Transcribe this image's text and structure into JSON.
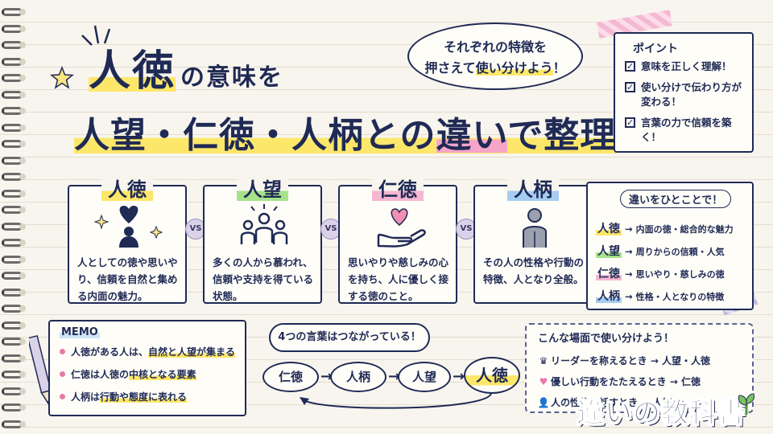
{
  "headline": {
    "w1": "人徳",
    "w1_rest": "の意味を",
    "l2_a": "人望・仁徳・人柄との",
    "l2_b": "違い",
    "l2_c": "で整理"
  },
  "bubble_top": {
    "line1": "それぞれの特徴を",
    "line2_a": "押さえて",
    "line2_b": "使い分けよう",
    "line2_c": "！"
  },
  "point": {
    "title": "ポイント",
    "items": [
      "意味を正しく理解！",
      "使い分けで伝わり方が変わる！",
      "言葉の力で信頼を築く！"
    ],
    "check": "✓"
  },
  "cards": [
    {
      "title": "人徳",
      "desc": "人としての徳や思いやり、信頼を自然と集める内面の魅力。"
    },
    {
      "title": "人望",
      "desc": "多くの人から慕われ、信頼や支持を得ている状態。"
    },
    {
      "title": "仁徳",
      "desc": "思いやりや慈しみの心を持ち、人に優しく接する徳のこと。"
    },
    {
      "title": "人柄",
      "desc": "その人の性格や行動の特徴、人となり全般。"
    }
  ],
  "vs_label": "VS",
  "diff": {
    "title": "違いをひとことで！",
    "rows": [
      {
        "key": "人徳",
        "value": "内面の徳・総合的な魅力"
      },
      {
        "key": "人望",
        "value": "周りからの信頼・人気"
      },
      {
        "key": "仁徳",
        "value": "思いやり・慈しみの徳"
      },
      {
        "key": "人柄",
        "value": "性格・人となりの特徴"
      }
    ],
    "arrow": "→"
  },
  "memo": {
    "title": "MEMO",
    "items": [
      {
        "a": "人徳がある人は、",
        "b": "自然と人望が集まる"
      },
      {
        "a": "仁徳は人徳の",
        "b": "中核となる要素"
      },
      {
        "a": "人柄は",
        "b": "行動や態度に表れる"
      }
    ]
  },
  "flow": {
    "bubble": "4つの言葉はつながっている！",
    "nodes": [
      "仁徳",
      "人柄",
      "人望",
      "人徳"
    ],
    "arrow": "→"
  },
  "scene": {
    "title": "こんな場面で使い分けよう！",
    "rows": [
      {
        "text": "リーダーを称えるとき → 人望・人徳"
      },
      {
        "text": "優しい行動をたたえるとき → 仁徳"
      },
      {
        "text": "人の性格を話すとき → 人柄"
      }
    ]
  },
  "logo": {
    "text": "違いの教科書"
  },
  "colors": {
    "ink": "#1f2a55",
    "yellow": "#fde76a",
    "pink": "#f6a5c8",
    "green": "#a7e28b",
    "blue": "#a6cdf0"
  }
}
